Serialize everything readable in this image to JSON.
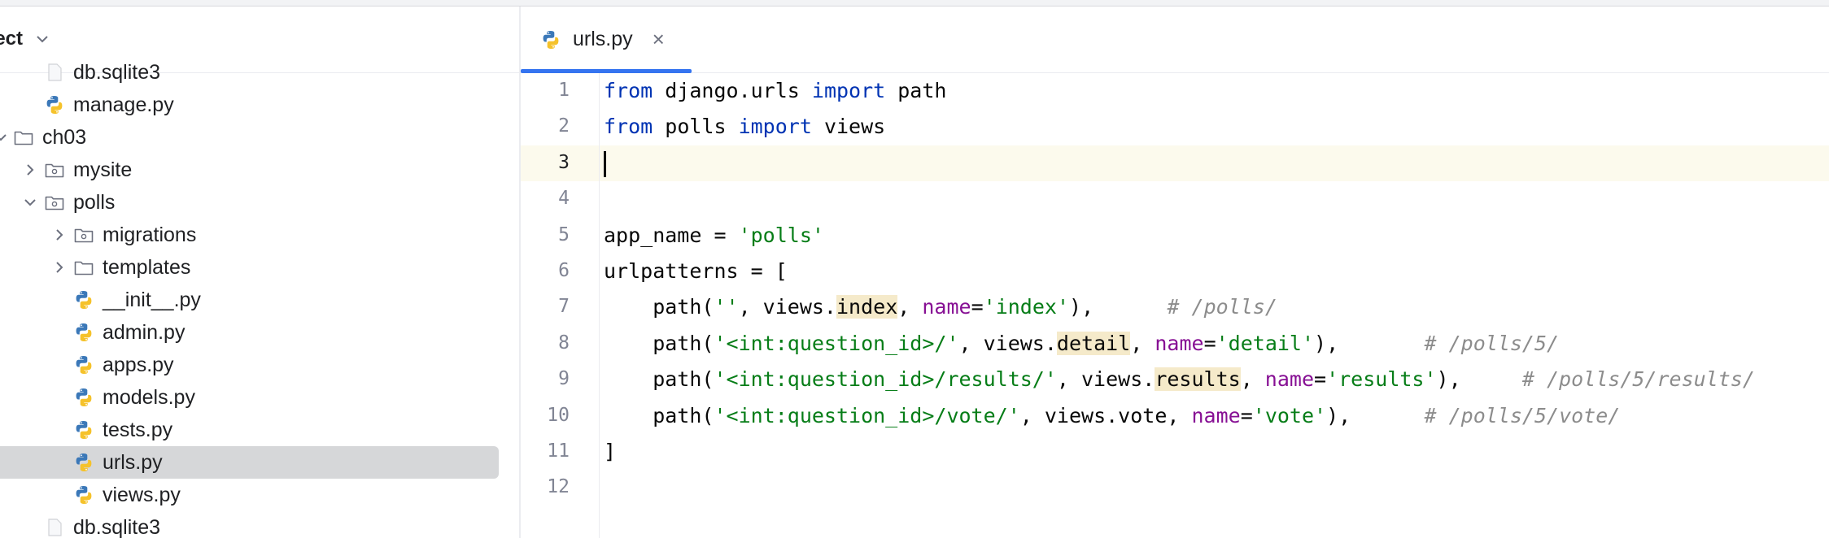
{
  "project_panel": {
    "title": "oject",
    "tree": [
      {
        "label": "db.sqlite3",
        "icon": "db-file-icon",
        "depth": 1,
        "expand": "none",
        "partial": true
      },
      {
        "label": "manage.py",
        "icon": "python-file-icon",
        "depth": 1,
        "expand": "none"
      },
      {
        "label": "ch03",
        "icon": "folder-icon",
        "depth": 0,
        "expand": "open"
      },
      {
        "label": "mysite",
        "icon": "package-folder-icon",
        "depth": 1,
        "expand": "closed"
      },
      {
        "label": "polls",
        "icon": "package-folder-icon",
        "depth": 1,
        "expand": "open"
      },
      {
        "label": "migrations",
        "icon": "package-folder-icon",
        "depth": 2,
        "expand": "closed"
      },
      {
        "label": "templates",
        "icon": "folder-icon",
        "depth": 2,
        "expand": "closed"
      },
      {
        "label": "__init__.py",
        "icon": "python-file-icon",
        "depth": 2,
        "expand": "none"
      },
      {
        "label": "admin.py",
        "icon": "python-file-icon",
        "depth": 2,
        "expand": "none"
      },
      {
        "label": "apps.py",
        "icon": "python-file-icon",
        "depth": 2,
        "expand": "none"
      },
      {
        "label": "models.py",
        "icon": "python-file-icon",
        "depth": 2,
        "expand": "none"
      },
      {
        "label": "tests.py",
        "icon": "python-file-icon",
        "depth": 2,
        "expand": "none"
      },
      {
        "label": "urls.py",
        "icon": "python-file-icon",
        "depth": 2,
        "expand": "none",
        "selected": true
      },
      {
        "label": "views.py",
        "icon": "python-file-icon",
        "depth": 2,
        "expand": "none"
      },
      {
        "label": "db.sqlite3",
        "icon": "db-file-icon",
        "depth": 1,
        "expand": "none"
      }
    ]
  },
  "editor": {
    "tab": {
      "label": "urls.py",
      "icon": "python-file-icon",
      "close": "×"
    },
    "current_line": 3,
    "lines": [
      [
        [
          "kw",
          "from"
        ],
        [
          "t",
          " django.urls "
        ],
        [
          "kw",
          "import"
        ],
        [
          "t",
          " path"
        ]
      ],
      [
        [
          "kw",
          "from"
        ],
        [
          "t",
          " polls "
        ],
        [
          "kw",
          "import"
        ],
        [
          "t",
          " views"
        ]
      ],
      [],
      [],
      [
        [
          "t",
          "app_name = "
        ],
        [
          "str",
          "'polls'"
        ]
      ],
      [
        [
          "t",
          "urlpatterns = ["
        ]
      ],
      [
        [
          "t",
          "    path("
        ],
        [
          "str",
          "''"
        ],
        [
          "t",
          ", views."
        ],
        [
          "hl",
          "index"
        ],
        [
          "t",
          ", "
        ],
        [
          "param",
          "name"
        ],
        [
          "t",
          "="
        ],
        [
          "str",
          "'index'"
        ],
        [
          "t",
          "),      "
        ],
        [
          "cmt",
          "# /polls/"
        ]
      ],
      [
        [
          "t",
          "    path("
        ],
        [
          "str",
          "'<int:question_id>/'"
        ],
        [
          "t",
          ", views."
        ],
        [
          "hl",
          "detail"
        ],
        [
          "t",
          ", "
        ],
        [
          "param",
          "name"
        ],
        [
          "t",
          "="
        ],
        [
          "str",
          "'detail'"
        ],
        [
          "t",
          "),       "
        ],
        [
          "cmt",
          "# /polls/5/"
        ]
      ],
      [
        [
          "t",
          "    path("
        ],
        [
          "str",
          "'<int:question_id>/results/'"
        ],
        [
          "t",
          ", views."
        ],
        [
          "hl",
          "results"
        ],
        [
          "t",
          ", "
        ],
        [
          "param",
          "name"
        ],
        [
          "t",
          "="
        ],
        [
          "str",
          "'results'"
        ],
        [
          "t",
          "),     "
        ],
        [
          "cmt",
          "# /polls/5/results/"
        ]
      ],
      [
        [
          "t",
          "    path("
        ],
        [
          "str",
          "'<int:question_id>/vote/'"
        ],
        [
          "t",
          ", views.vote, "
        ],
        [
          "param",
          "name"
        ],
        [
          "t",
          "="
        ],
        [
          "str",
          "'vote'"
        ],
        [
          "t",
          "),      "
        ],
        [
          "cmt",
          "# /polls/5/vote/"
        ]
      ],
      [
        [
          "t",
          "]"
        ]
      ],
      []
    ],
    "line_numbers": [
      "1",
      "2",
      "3",
      "4",
      "5",
      "6",
      "7",
      "8",
      "9",
      "10",
      "11",
      "12"
    ]
  },
  "colors": {
    "accent": "#3574f0",
    "selection": "#d6d7d9",
    "current_line": "#fcfaed",
    "keyword": "#0033b3",
    "string": "#067d17",
    "param": "#871094",
    "comment": "#8c8c8c"
  }
}
